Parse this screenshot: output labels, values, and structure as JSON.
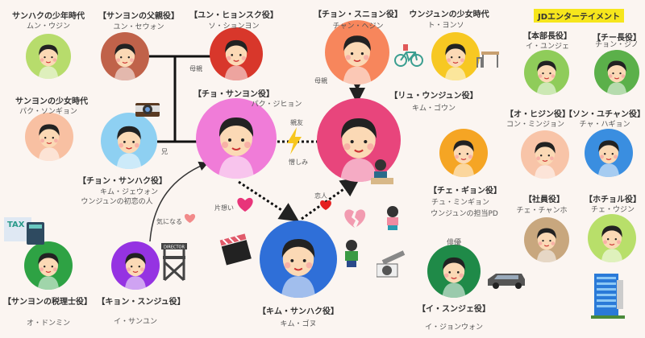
{
  "company": "JDエンターテイメント",
  "characters": [
    {
      "role": "サンハクの少年時代",
      "actor": "ムン・ウジン",
      "color": "#b7dc6c"
    },
    {
      "role": "【サンヨンの父親役】",
      "actor": "ユン・セウォン",
      "color": "#c0624a"
    },
    {
      "role": "【ユン・ヒョンスク役】",
      "actor": "ソ・ションヨン",
      "color": "#d8372b"
    },
    {
      "role": "サンヨンの少女時代",
      "actor": "パク・ソンギョン",
      "color": "#f8c0a2"
    },
    {
      "role": "【チョン・サンハク役】",
      "actor": "キム・ジェウォン",
      "note": "ウンジュンの初恋の人",
      "color": "#8ed0f2"
    },
    {
      "role": "【チョ・サンヨン役】",
      "actor": "パク・ジヒョン",
      "color": "#f07cd8"
    },
    {
      "role": "【チョン・スニョン役】",
      "actor": "チャン・ヘジン",
      "color": "#f7865c"
    },
    {
      "role": "ウンジュンの少女時代",
      "actor": "ト・ヨンソ",
      "color": "#f7c822"
    },
    {
      "role": "【リュ・ウンジュン役】",
      "actor": "キム・ゴウン",
      "color": "#e8457c"
    },
    {
      "role": "【チェ・ギョン役】",
      "actor": "チュ・ミンギョン",
      "note": "ウンジュンの担当PD",
      "color": "#f5a524"
    },
    {
      "role": "【本部長役】",
      "actor": "イ・ユンジェ",
      "color": "#8fcc5a"
    },
    {
      "role": "【チー長役】",
      "actor": "チョン・ジノ",
      "color": "#5bb04a"
    },
    {
      "role": "【オ・ヒジン役】",
      "actor": "コン・ミンジョン",
      "color": "#f8c4a8"
    },
    {
      "role": "【ソン・ユチャン役】",
      "actor": "チャ・ハギョン",
      "color": "#3a8ee0"
    },
    {
      "role": "【社員役】",
      "actor": "チェ・チャンホ",
      "color": "#c8a77e"
    },
    {
      "role": "【ホチョル役】",
      "actor": "チェ・ウジン",
      "color": "#b8df6a"
    },
    {
      "role": "【サンヨンの税理士役】",
      "actor": "オ・ドンミン",
      "color": "#2ea244"
    },
    {
      "role": "【キョン・スンジュ役】",
      "actor": "イ・サンユン",
      "color": "#9533e2"
    },
    {
      "role": "【キム・サンハク役】",
      "actor": "キム・ゴヌ",
      "color": "#2f6fd8"
    },
    {
      "role": "【イ・スンジェ役】",
      "actor": "イ・ジョンウォン",
      "note": "俳優",
      "color": "#1f8a48"
    }
  ],
  "relations": {
    "mother1": "母親",
    "mother2": "母親",
    "brother": "兄",
    "friend": "親友",
    "hatred": "憎しみ",
    "one_sided": "片想い",
    "lovers": "恋人",
    "interested": "気になる"
  },
  "deco": {
    "tax": "TAX",
    "director": "DIRECTOR"
  }
}
